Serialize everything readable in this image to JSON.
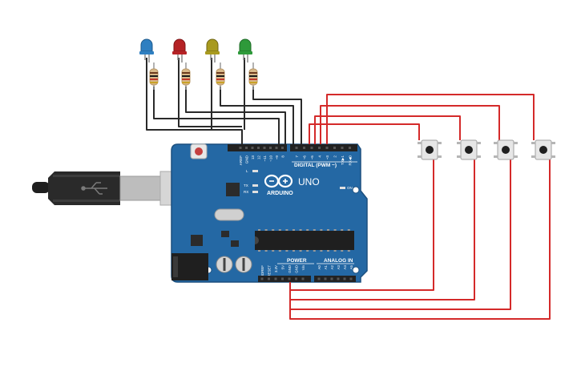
{
  "board": {
    "brand": "ARDUINO",
    "model": "UNO",
    "digital_label": "DIGITAL (PWM ~)",
    "power_label": "POWER",
    "analog_label": "ANALOG IN",
    "led_on_label": "ON",
    "led_l_label": "L",
    "led_tx_label": "TX",
    "led_rx_label": "RX",
    "top_pins": [
      "AREF",
      "GND",
      "13",
      "12",
      "~11",
      "~10",
      "~9",
      "8",
      "7",
      "~6",
      "~5",
      "4",
      "~3",
      "2",
      "TX▶1",
      "RX◀0"
    ],
    "power_pins": [
      "IOREF",
      "RESET",
      "3.3V",
      "5V",
      "GND",
      "GND",
      "Vin"
    ],
    "analog_pins": [
      "A0",
      "A1",
      "A2",
      "A3",
      "A4",
      "A5"
    ]
  },
  "leds": [
    {
      "color": "blue",
      "fill": "#2f7fc1"
    },
    {
      "color": "red",
      "fill": "#b52225"
    },
    {
      "color": "yellow",
      "fill": "#a89a1f"
    },
    {
      "color": "green",
      "fill": "#2e9a3a"
    }
  ],
  "buttons": [
    {
      "id": "button-1"
    },
    {
      "id": "button-2"
    },
    {
      "id": "button-3"
    },
    {
      "id": "button-4"
    }
  ],
  "colors": {
    "board": "#2468a4",
    "board_edge": "#1b4f7e",
    "wire_black": "#2a2a2a",
    "wire_red": "#d42a2a",
    "header": "#222222"
  }
}
